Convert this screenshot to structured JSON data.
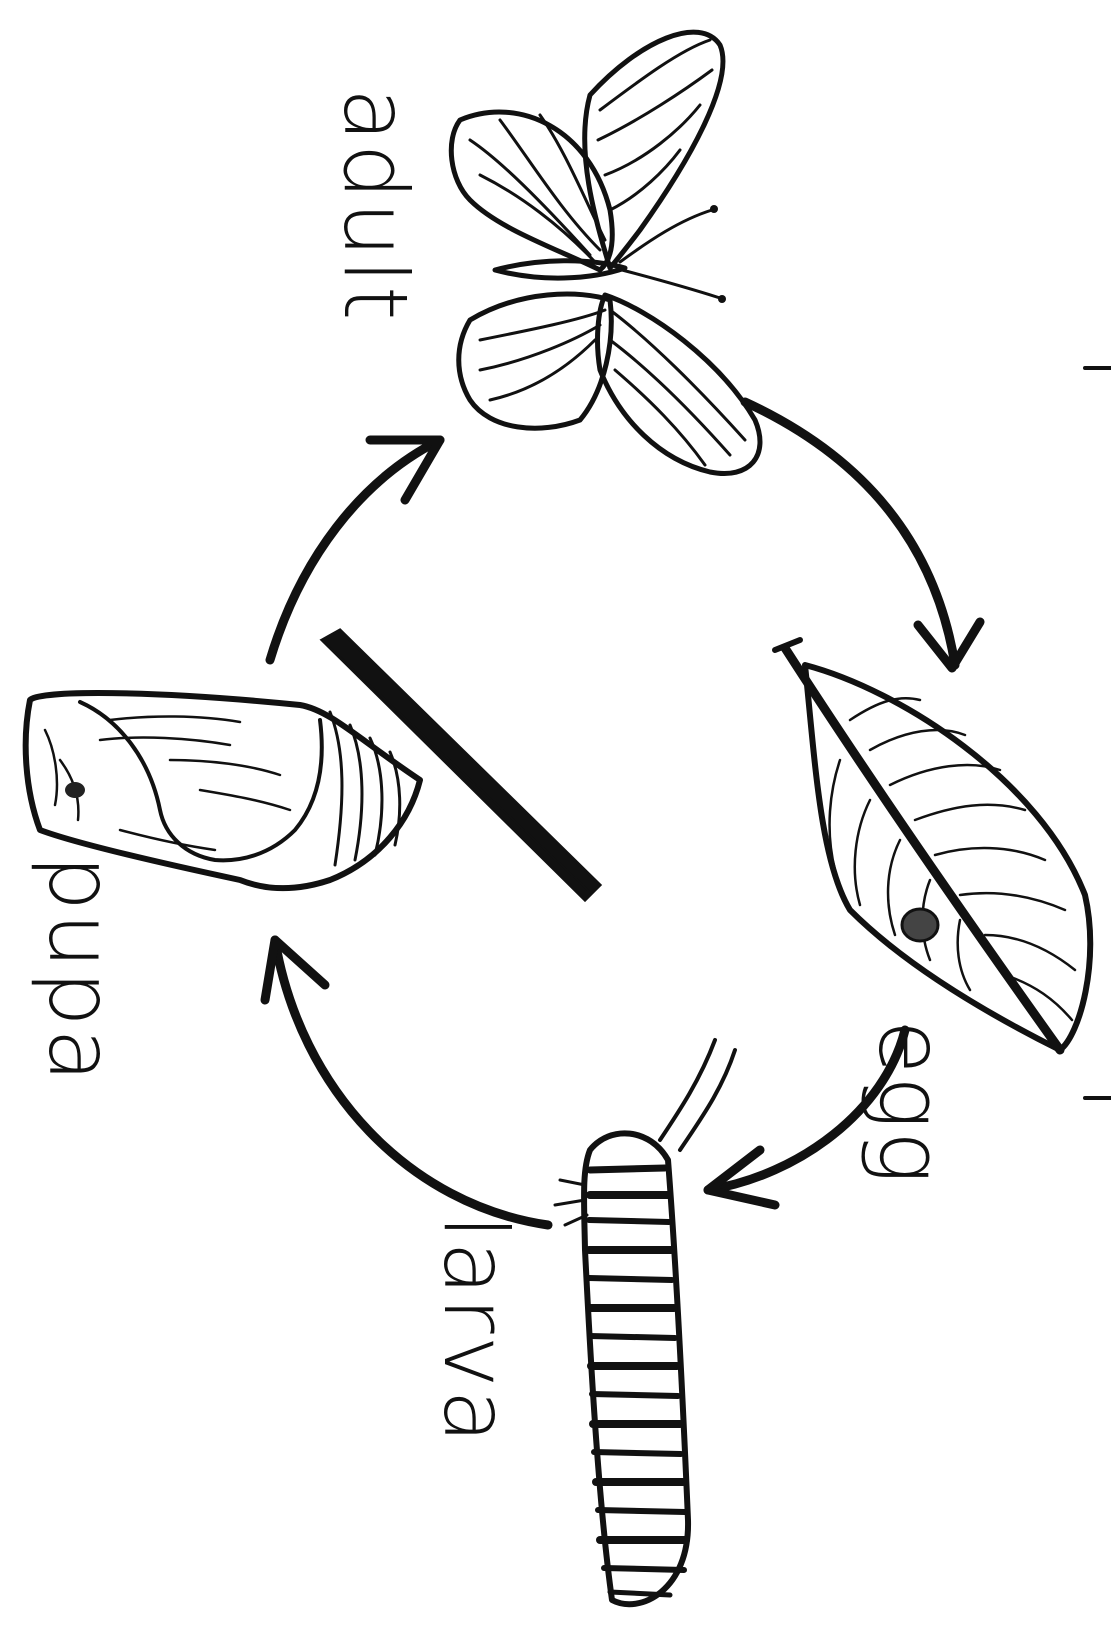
{
  "labels": {
    "adult": "adult",
    "egg": "egg",
    "larva": "larva",
    "pupa": "pupa"
  },
  "icons": {
    "adult": "butterfly-icon",
    "egg": "leaf-with-egg-icon",
    "larva": "caterpillar-icon",
    "pupa": "chrysalis-icon"
  },
  "colors": {
    "ink": "#111111",
    "paper": "#ffffff"
  }
}
